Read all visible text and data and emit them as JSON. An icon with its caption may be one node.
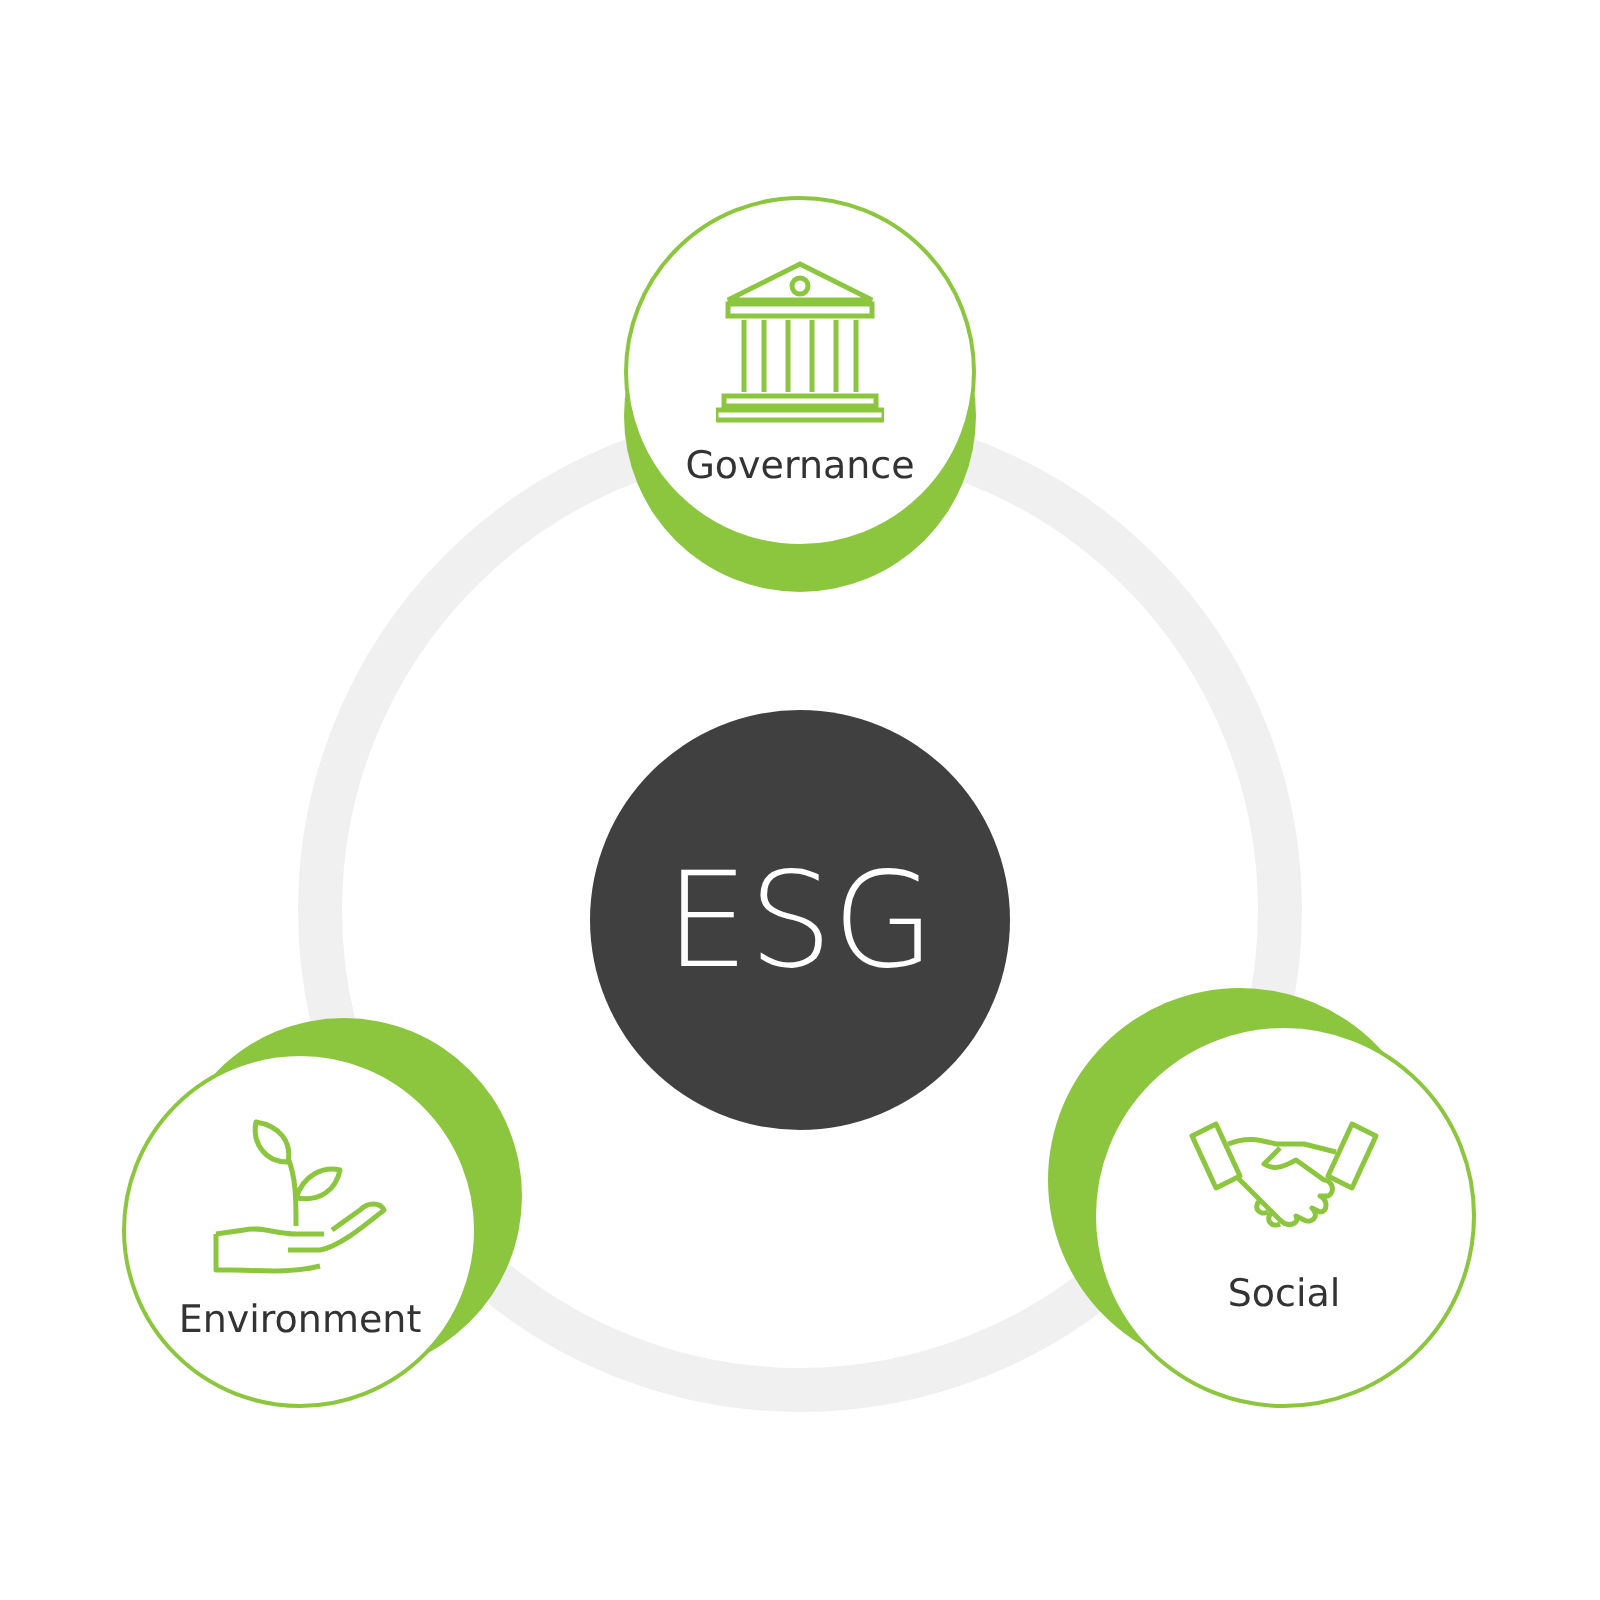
{
  "diagram": {
    "nodes": [
      {
        "text": [
          "ESG"
        ]
      },
      {
        "text": [
          "Governance"
        ]
      },
      {
        "text": [
          "Environment"
        ]
      },
      {
        "text": [
          "Social"
        ]
      }
    ]
  }
}
